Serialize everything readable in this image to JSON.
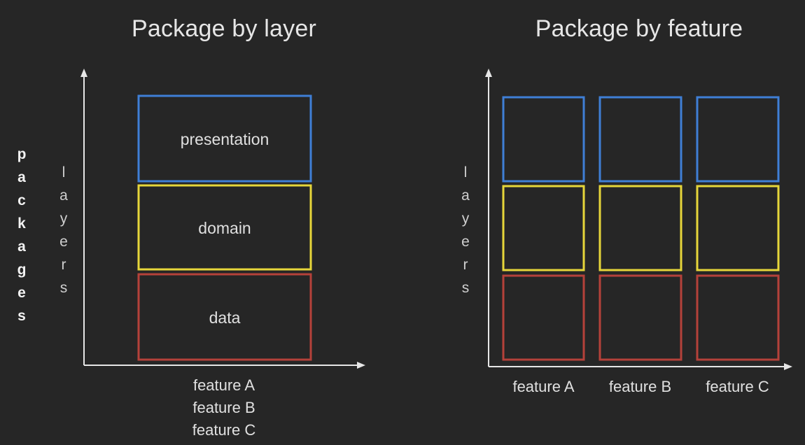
{
  "titles": {
    "layer": "Package by layer",
    "feature": "Package by feature"
  },
  "axis_label_packages": "packages",
  "axis_label_layers": "layers",
  "layer_boxes": [
    "presentation",
    "domain",
    "data"
  ],
  "features": [
    "feature A",
    "feature B",
    "feature C"
  ],
  "colors": {
    "background": "#262626",
    "presentation": "#3f7fd6",
    "domain": "#e6d63a",
    "data": "#b5413a",
    "axis": "#e6e6e6"
  }
}
